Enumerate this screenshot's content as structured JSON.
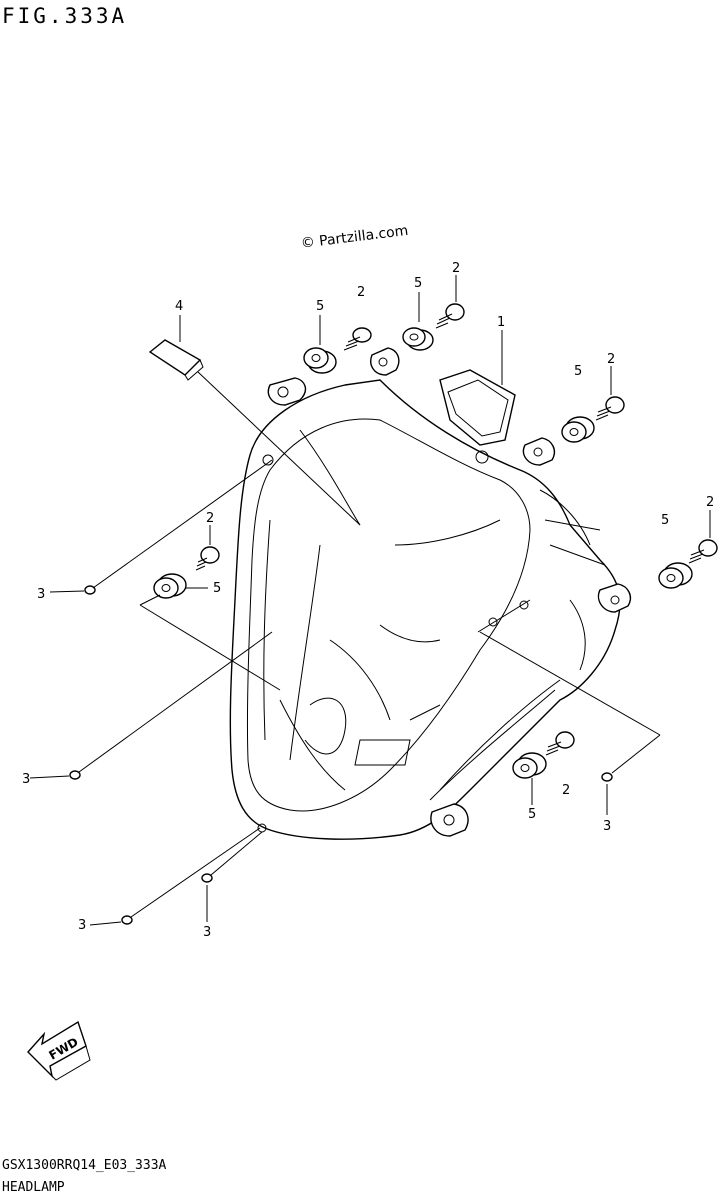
{
  "header": {
    "figure_label": "FIG.333A"
  },
  "watermark": {
    "text": "© Partzilla.com"
  },
  "direction_arrow": {
    "label": "FWD"
  },
  "callouts": {
    "c1": "1",
    "c2a": "2",
    "c2b": "2",
    "c2c": "2",
    "c2d": "2",
    "c2e": "2",
    "c2f": "2",
    "c3a": "3",
    "c3b": "3",
    "c3c": "3",
    "c3d": "3",
    "c3e": "3",
    "c4": "4",
    "c5a": "5",
    "c5b": "5",
    "c5c": "5",
    "c5d": "5",
    "c5e": "5",
    "c5f": "5"
  },
  "footer": {
    "model_code": "GSX1300RRQ14_E03_333A",
    "part_group": "HEADLAMP"
  }
}
